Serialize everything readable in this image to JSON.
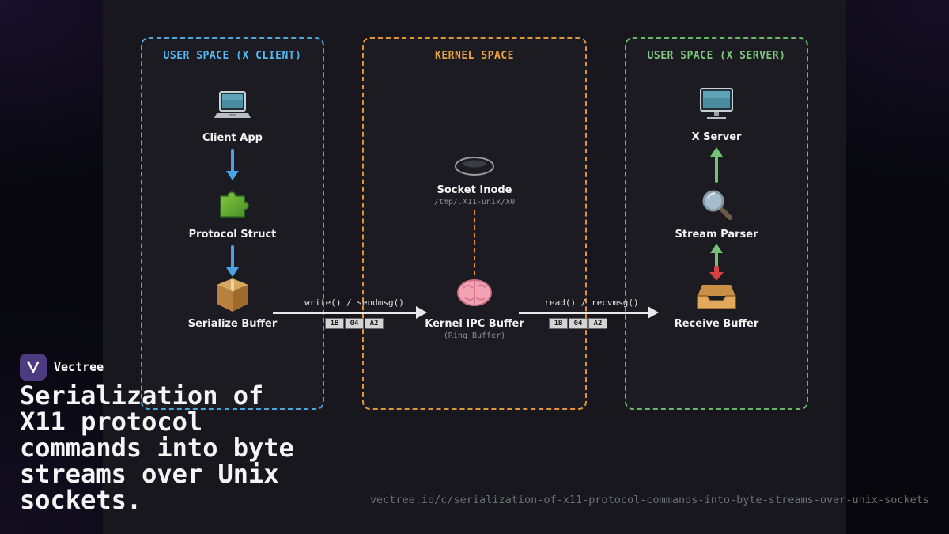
{
  "page": {
    "brand": "Vectree",
    "title": "Serialization of X11 protocol commands into byte streams over Unix sockets.",
    "url": "vectree.io/c/serialization-of-x11-protocol-commands-into-byte-streams-over-unix-sockets"
  },
  "diagram": {
    "zones": [
      {
        "title": "USER SPACE (X CLIENT)",
        "color": "#56b8f0"
      },
      {
        "title": "KERNEL SPACE",
        "color": "#e8a33d"
      },
      {
        "title": "USER SPACE (X SERVER)",
        "color": "#7dc87d"
      }
    ],
    "client": {
      "nodes": [
        {
          "label": "Client App",
          "icon": "laptop-icon"
        },
        {
          "label": "Protocol Struct",
          "icon": "puzzle-icon"
        },
        {
          "label": "Serialize Buffer",
          "icon": "cardboard-box-icon"
        }
      ]
    },
    "kernel": {
      "nodes": [
        {
          "label": "Socket Inode",
          "sublabel": "/tmp/.X11-unix/X0",
          "icon": "inode-ellipse-icon"
        },
        {
          "label": "Kernel IPC Buffer",
          "sublabel": "(Ring Buffer)",
          "icon": "brain-icon"
        }
      ]
    },
    "server": {
      "nodes": [
        {
          "label": "X Server",
          "icon": "monitor-icon"
        },
        {
          "label": "Stream Parser",
          "icon": "magnifier-icon"
        },
        {
          "label": "Receive Buffer",
          "icon": "inbox-tray-icon"
        }
      ]
    },
    "flows": [
      {
        "label": "write() / sendmsg()",
        "bytes": [
          "1B",
          "04",
          "A2"
        ]
      },
      {
        "label": "read() / recvmsg()",
        "bytes": [
          "1B",
          "04",
          "A2"
        ]
      }
    ]
  }
}
